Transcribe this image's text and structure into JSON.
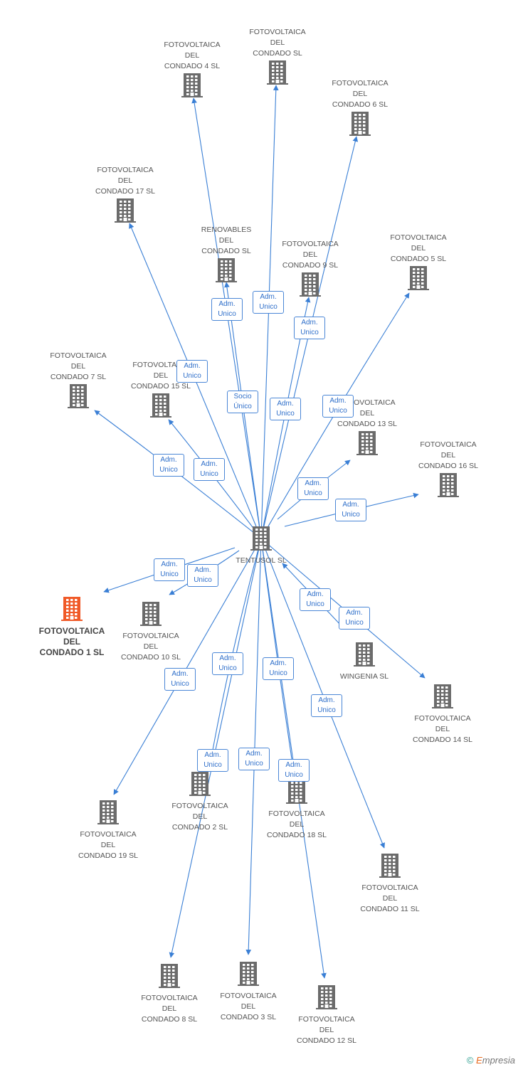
{
  "center_id": "tentusol",
  "nodes": [
    {
      "id": "tentusol",
      "name": "TENTUSOL SL",
      "label": "below"
    },
    {
      "id": "fc4",
      "name": "FOTOVOLTAICA\nDEL\nCONDADO 4 SL",
      "label": "above"
    },
    {
      "id": "fcsl",
      "name": "FOTOVOLTAICA\nDEL\nCONDADO SL",
      "label": "above"
    },
    {
      "id": "fc6",
      "name": "FOTOVOLTAICA\nDEL\nCONDADO 6 SL",
      "label": "above"
    },
    {
      "id": "fc17",
      "name": "FOTOVOLTAICA\nDEL\nCONDADO 17 SL",
      "label": "above"
    },
    {
      "id": "ren",
      "name": "RENOVABLES\nDEL\nCONDADO SL",
      "label": "above"
    },
    {
      "id": "fc9",
      "name": "FOTOVOLTAICA\nDEL\nCONDADO 9 SL",
      "label": "above"
    },
    {
      "id": "fc5",
      "name": "FOTOVOLTAICA\nDEL\nCONDADO 5 SL",
      "label": "above"
    },
    {
      "id": "fc7",
      "name": "FOTOVOLTAICA\nDEL\nCONDADO 7 SL",
      "label": "above"
    },
    {
      "id": "fc15",
      "name": "FOTOVOLTAICA\nDEL\nCONDADO 15 SL",
      "label": "above"
    },
    {
      "id": "fc13",
      "name": "FOTOVOLTAICA\nDEL\nCONDADO 13 SL",
      "label": "above"
    },
    {
      "id": "fc16",
      "name": "FOTOVOLTAICA\nDEL\nCONDADO 16 SL",
      "label": "above"
    },
    {
      "id": "fc1",
      "name": "FOTOVOLTAICA\nDEL\nCONDADO 1 SL",
      "label": "below",
      "primary": true
    },
    {
      "id": "fc10",
      "name": "FOTOVOLTAICA\nDEL\nCONDADO 10 SL",
      "label": "below"
    },
    {
      "id": "wing",
      "name": "WINGENIA SL",
      "label": "below"
    },
    {
      "id": "fc14",
      "name": "FOTOVOLTAICA\nDEL\nCONDADO 14 SL",
      "label": "below"
    },
    {
      "id": "fc19",
      "name": "FOTOVOLTAICA\nDEL\nCONDADO 19 SL",
      "label": "below"
    },
    {
      "id": "fc2",
      "name": "FOTOVOLTAICA\nDEL\nCONDADO 2 SL",
      "label": "below"
    },
    {
      "id": "fc18",
      "name": "FOTOVOLTAICA\nDEL\nCONDADO 18 SL",
      "label": "below"
    },
    {
      "id": "fc11",
      "name": "FOTOVOLTAICA\nDEL\nCONDADO 11 SL",
      "label": "below"
    },
    {
      "id": "fc8",
      "name": "FOTOVOLTAICA\nDEL\nCONDADO 8 SL",
      "label": "below"
    },
    {
      "id": "fc3",
      "name": "FOTOVOLTAICA\nDEL\nCONDADO 3 SL",
      "label": "below"
    },
    {
      "id": "fc12",
      "name": "FOTOVOLTAICA\nDEL\nCONDADO 12 SL",
      "label": "below"
    }
  ],
  "edges": [
    {
      "from": "tentusol",
      "to": "fc4",
      "label": "Adm.\nUnico"
    },
    {
      "from": "tentusol",
      "to": "fcsl",
      "label": "Adm.\nUnico"
    },
    {
      "from": "tentusol",
      "to": "fc6",
      "label": "Adm.\nUnico"
    },
    {
      "from": "tentusol",
      "to": "fc17",
      "label": "Adm.\nUnico"
    },
    {
      "from": "tentusol",
      "to": "ren",
      "label": "Socio\nÚnico"
    },
    {
      "from": "tentusol",
      "to": "fc9",
      "label": "Adm.\nUnico"
    },
    {
      "from": "tentusol",
      "to": "fc5",
      "label": "Adm.\nUnico"
    },
    {
      "from": "tentusol",
      "to": "fc7",
      "label": "Adm.\nUnico"
    },
    {
      "from": "tentusol",
      "to": "fc15",
      "label": "Adm.\nUnico"
    },
    {
      "from": "tentusol",
      "to": "fc13",
      "label": "Adm.\nUnico"
    },
    {
      "from": "tentusol",
      "to": "fc16",
      "label": "Adm.\nUnico"
    },
    {
      "from": "tentusol",
      "to": "fc1",
      "label": "Adm.\nUnico"
    },
    {
      "from": "tentusol",
      "to": "fc10",
      "label": "Adm.\nUnico"
    },
    {
      "from": "wing",
      "to": "tentusol",
      "label": "Adm.\nUnico"
    },
    {
      "from": "tentusol",
      "to": "fc14",
      "label": "Adm.\nUnico"
    },
    {
      "from": "tentusol",
      "to": "fc19",
      "label": "Adm.\nUnico"
    },
    {
      "from": "tentusol",
      "to": "fc2",
      "label": "Adm.\nUnico"
    },
    {
      "from": "tentusol",
      "to": "fc18",
      "label": "Adm.\nUnico"
    },
    {
      "from": "tentusol",
      "to": "fc11",
      "label": "Adm.\nUnico"
    },
    {
      "from": "tentusol",
      "to": "fc8",
      "label": "Adm.\nUnico"
    },
    {
      "from": "tentusol",
      "to": "fc3",
      "label": "Adm.\nUnico"
    },
    {
      "from": "tentusol",
      "to": "fc12",
      "label": "Adm.\nUnico"
    }
  ],
  "colors": {
    "edge": "#3a7fd5",
    "node_icon": "#6b6b6b",
    "primary_icon": "#f05a28",
    "label_border": "#4a86d6",
    "label_text": "#2f6fca"
  },
  "icons": {
    "node": "building-icon"
  },
  "footer": {
    "copyright": "©",
    "brand_first": "E",
    "brand_rest": "mpresia"
  }
}
